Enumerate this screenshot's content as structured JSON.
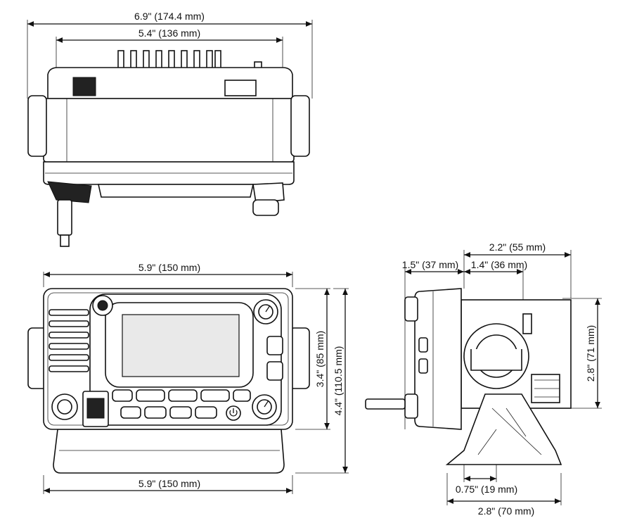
{
  "colors": {
    "line": "#111111",
    "background": "#ffffff",
    "screen": "#e9e9e9"
  },
  "top_view": {
    "overall_width": "6.9\" (174.4 mm)",
    "body_width": "5.4\" (136 mm)"
  },
  "front_view": {
    "width_top": "5.9\" (150 mm)",
    "width_bottom": "5.9\" (150 mm)",
    "body_height": "3.4\" (85 mm)",
    "overall_height": "4.4\" (110.5 mm)"
  },
  "side_view": {
    "depth_total": "2.2\" (55 mm)",
    "front_depth": "1.5\" (37 mm)",
    "rear_depth": "1.4\" (36 mm)",
    "height": "2.8\" (71 mm)",
    "bracket_offset": "0.75\" (19 mm)",
    "bracket_width": "2.8\" (70 mm)"
  }
}
